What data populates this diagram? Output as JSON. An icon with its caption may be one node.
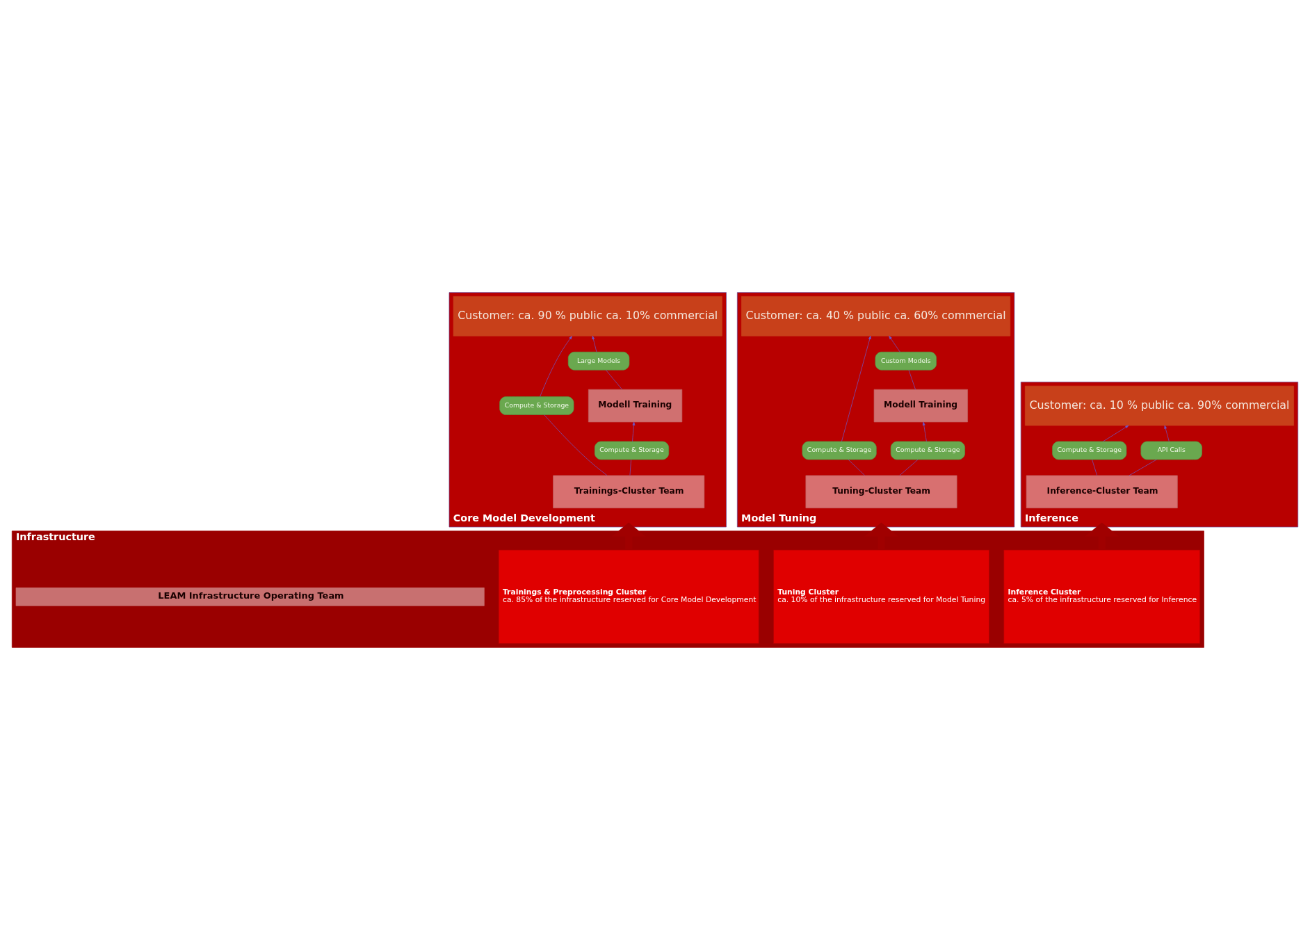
{
  "diagram": {
    "nodes": [
      {
        "text": [
          "Core Model Development"
        ]
      },
      {
        "text": [
          "Customer: ca. 90 % public ca. 10% commercial"
        ],
        "in": 0
      },
      {
        "text": [
          "Large Models"
        ],
        "in": 0
      },
      {
        "text": [
          "Compute & Storage"
        ],
        "in": 0
      },
      {
        "text": [
          "Modell Training"
        ],
        "in": 0
      },
      {
        "text": [
          "Compute & Storage"
        ],
        "in": 0
      },
      {
        "text": [
          "Trainings-Cluster Team"
        ],
        "in": 0
      },
      {
        "text": [
          "Model Tuning"
        ]
      },
      {
        "text": [
          "Customer: ca. 40 % public ca. 60% commercial"
        ],
        "in": 7
      },
      {
        "text": [
          "Custom Models"
        ],
        "in": 7
      },
      {
        "text": [
          "Compute & Storage"
        ],
        "in": 7
      },
      {
        "text": [
          "Modell Training"
        ],
        "in": 7
      },
      {
        "text": [
          "Compute & Storage"
        ],
        "in": 7
      },
      {
        "text": [
          "Tuning-Cluster Team"
        ],
        "in": 7
      },
      {
        "text": [
          "Inference"
        ]
      },
      {
        "text": [
          "Customer: ca. 10 % public ca. 90% commercial"
        ],
        "in": 14
      },
      {
        "text": [
          "Compute & Storage"
        ],
        "in": 14
      },
      {
        "text": [
          "API Calls"
        ],
        "in": 14
      },
      {
        "text": [
          "Inference-Cluster Team"
        ],
        "in": 14
      },
      {
        "text": [
          "Infrastructure"
        ]
      },
      {
        "text": [
          "Trainings & Preprocessing Cluster",
          "ca. 85% of the infrastructure reserved for Core Model Development"
        ],
        "in": 19
      },
      {
        "text": [
          "Tuning Cluster",
          "ca. 10% of the infrastructure reserved for Model Tuning"
        ],
        "in": 19
      },
      {
        "text": [
          "Inference Cluster",
          "ca. 5% of the infrastructure reserved for Inference"
        ],
        "in": 19
      },
      {
        "text": [
          "LEAM Infrastructure Operating Team"
        ],
        "in": 19
      }
    ],
    "edges": [
      {
        "from": 6,
        "to": 3,
        "arrow": "none"
      },
      {
        "from": 3,
        "to": 1,
        "arrow": "to"
      },
      {
        "from": 6,
        "to": 5,
        "arrow": "none"
      },
      {
        "from": 5,
        "to": 4,
        "arrow": "to"
      },
      {
        "from": 4,
        "to": 2,
        "arrow": "none"
      },
      {
        "from": 2,
        "to": 1,
        "arrow": "to"
      },
      {
        "from": 13,
        "to": 10,
        "arrow": "none"
      },
      {
        "from": 10,
        "to": 8,
        "arrow": "to"
      },
      {
        "from": 13,
        "to": 12,
        "arrow": "none"
      },
      {
        "from": 12,
        "to": 11,
        "arrow": "to"
      },
      {
        "from": 11,
        "to": 9,
        "arrow": "none"
      },
      {
        "from": 9,
        "to": 8,
        "arrow": "to"
      },
      {
        "from": 18,
        "to": 16,
        "arrow": "none"
      },
      {
        "from": 16,
        "to": 15,
        "arrow": "to"
      },
      {
        "from": 18,
        "to": 17,
        "arrow": "none"
      },
      {
        "from": 17,
        "to": 15,
        "arrow": "to"
      },
      {
        "from": 20,
        "to": 0,
        "arrow": "to",
        "style": "thick",
        "color": "#a00000"
      },
      {
        "from": 21,
        "to": 7,
        "arrow": "to",
        "style": "thick",
        "color": "#a00000"
      },
      {
        "from": 22,
        "to": 14,
        "arrow": "to",
        "style": "thick",
        "color": "#a00000"
      }
    ]
  }
}
